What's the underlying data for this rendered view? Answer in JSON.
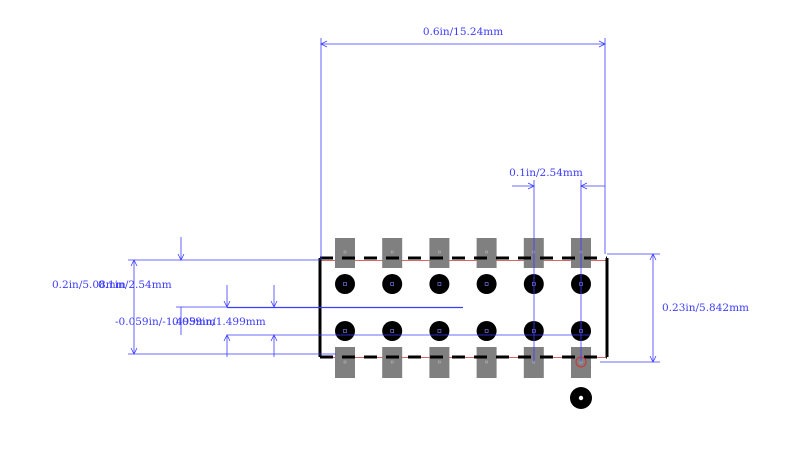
{
  "dimensions": {
    "overall_width": "0.6in/15.24mm",
    "pitch": "0.1in/2.54mm",
    "body_height": "0.23in/5.842mm",
    "pad_span": "0.2in/5.08mm",
    "row_pitch": "0.1in/2.54mm",
    "offset": "-0.059in/-1.499mm",
    "offset_overlap": "0.059in/1.499mm"
  },
  "colors": {
    "dimension": "#3c3cff",
    "pad": "#808080",
    "outline": "#000000",
    "courtyard": "#cc3333"
  },
  "pins": {
    "columns": 6,
    "rows_of_pads": 2,
    "rows_of_holes": 2
  }
}
